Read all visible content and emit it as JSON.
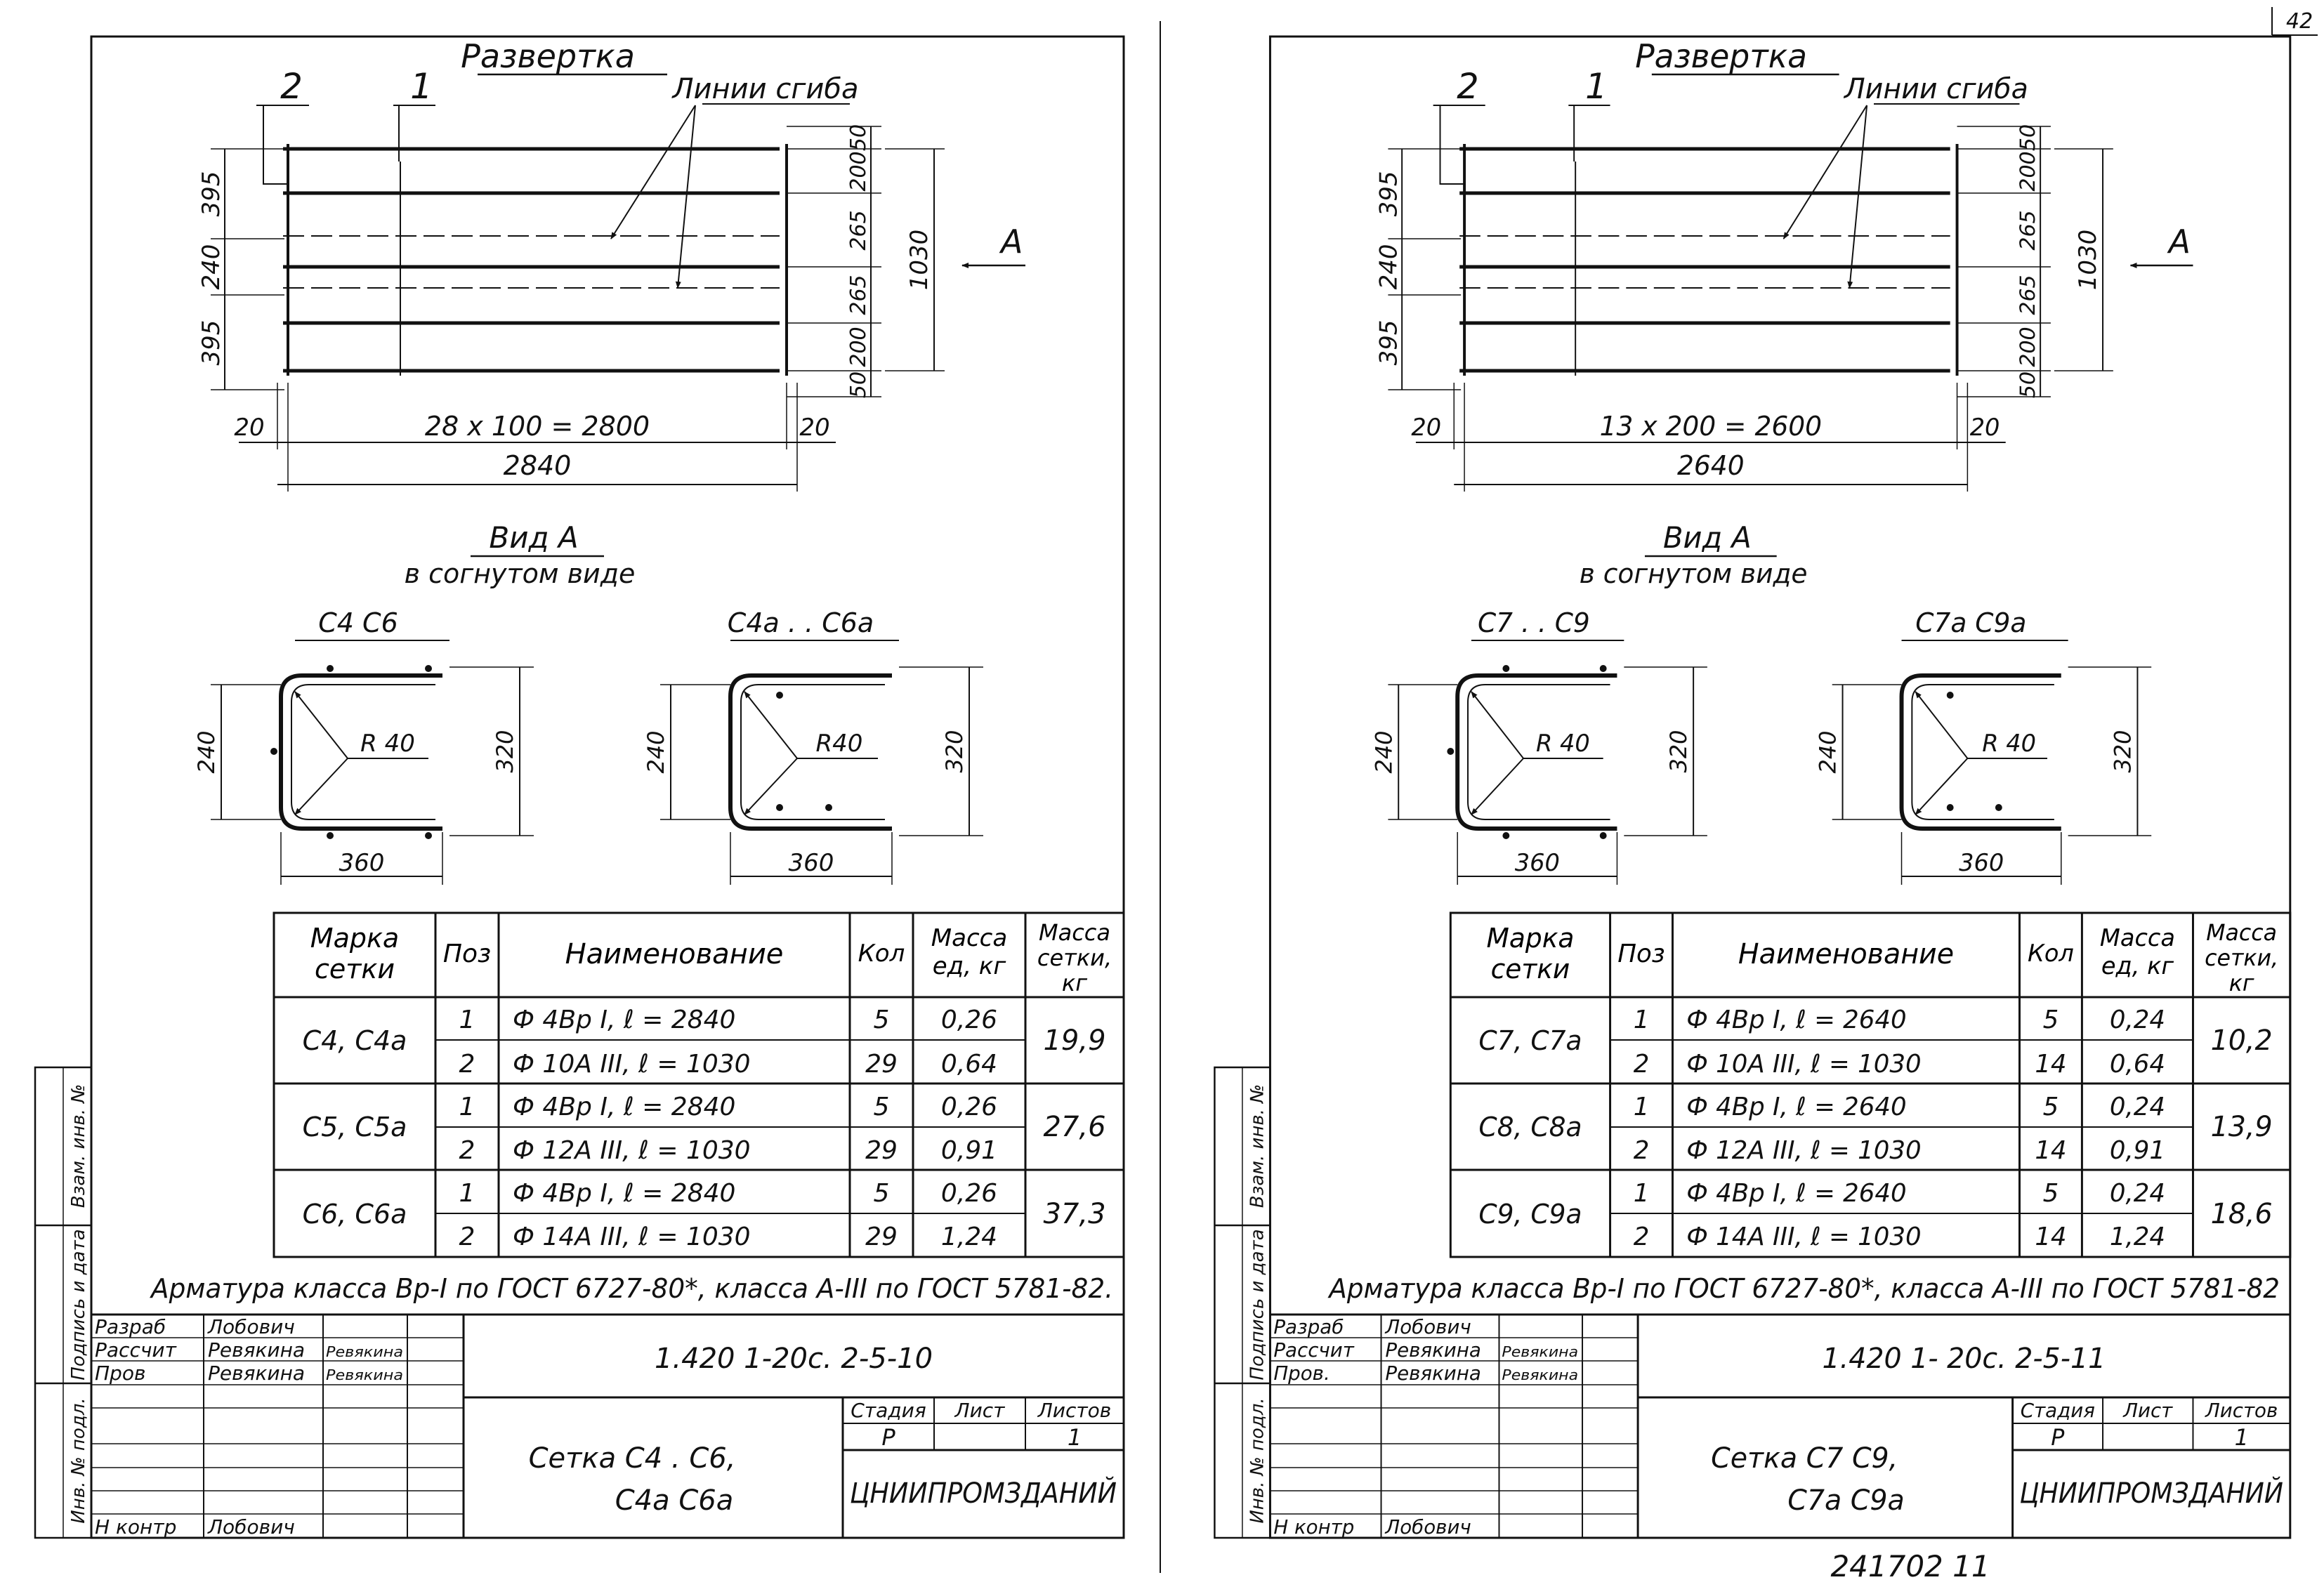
{
  "corner_mark": "42",
  "bottom_number": "241702  11",
  "sheets": [
    {
      "razvertka": "Развертка",
      "pos2": "2",
      "pos1": "1",
      "linii": "Линии сгиба",
      "dims_left": [
        "395",
        "240",
        "395"
      ],
      "dims_right": [
        "50",
        "200",
        "265",
        "265",
        "200",
        "50"
      ],
      "dim_total_h": "1030",
      "edge_left": "20",
      "edge_right": "20",
      "pitch": "28 х 100 = 2800",
      "total_len": "2840",
      "view_label": "А",
      "vid_a": "Вид А",
      "vid_a_sub": "в согнутом виде",
      "sec1_title": "С4   С6",
      "sec2_title": "С4а . . С6а",
      "sec1_r": "R 40",
      "sec2_r": "R40",
      "sec_w": "360",
      "sec_h_in": "240",
      "sec_h_out": "320",
      "table": {
        "headers": [
          "Марка сетки",
          "Поз",
          "Наименование",
          "Кол",
          "Масса ед, кг",
          "Масса сетки, кг"
        ],
        "groups": [
          {
            "mark": "С4, С4а",
            "total": "19,9",
            "rows": [
              {
                "pos": "1",
                "name": "Ф 4Вр I, ℓ = 2840",
                "qty": "5",
                "unit": "0,26"
              },
              {
                "pos": "2",
                "name": "Ф 10А III, ℓ = 1030",
                "qty": "29",
                "unit": "0,64"
              }
            ]
          },
          {
            "mark": "С5, С5а",
            "total": "27,6",
            "rows": [
              {
                "pos": "1",
                "name": "Ф 4Вр I, ℓ = 2840",
                "qty": "5",
                "unit": "0,26"
              },
              {
                "pos": "2",
                "name": "Ф 12А III, ℓ = 1030",
                "qty": "29",
                "unit": "0,91"
              }
            ]
          },
          {
            "mark": "С6, С6а",
            "total": "37,3",
            "rows": [
              {
                "pos": "1",
                "name": "Ф 4Вр I, ℓ = 2840",
                "qty": "5",
                "unit": "0,26"
              },
              {
                "pos": "2",
                "name": "Ф 14А III, ℓ = 1030",
                "qty": "29",
                "unit": "1,24"
              }
            ]
          }
        ]
      },
      "note": "Арматура  класса  Вр-I по ГОСТ 6727-80*, класса А-III по ГОСТ 5781-82.",
      "stamp": {
        "role1": "Разраб",
        "name1": "Лобович",
        "role2": "Рассчит",
        "name2": "Ревякина",
        "sign2": "Ревякина",
        "role3": "Пров",
        "name3": "Ревякина",
        "sign3": "Ревякина",
        "role4": "Н контр",
        "name4": "Лобович",
        "code": "1.420 1-20с. 2-5-10",
        "title1": "Сетка  С4 . С6,",
        "title2": "С4а    С6а",
        "h_stage": "Стадия",
        "h_sheet": "Лист",
        "h_sheets": "Листов",
        "v_stage": "Р",
        "v_sheet": "",
        "v_sheets": "1",
        "org": "ЦНИИПРОМЗДАНИЙ"
      },
      "side": {
        "s1": "Взам. инв. №",
        "s2": "Подпись и дата",
        "s3": "Инв. № подл."
      }
    },
    {
      "razvertka": "Развертка",
      "pos2": "2",
      "pos1": "1",
      "linii": "Линии сгиба",
      "dims_left": [
        "395",
        "240",
        "395"
      ],
      "dims_right": [
        "50",
        "200",
        "265",
        "265",
        "200",
        "50"
      ],
      "dim_total_h": "1030",
      "edge_left": "20",
      "edge_right": "20",
      "pitch": "13 х 200 = 2600",
      "total_len": "2640",
      "view_label": "А",
      "vid_a": "Вид А",
      "vid_a_sub": "в согнутом виде",
      "sec1_title": "С7 . .  С9",
      "sec2_title": "С7а    С9а",
      "sec1_r": "R 40",
      "sec2_r": "R 40",
      "sec_w": "360",
      "sec_h_in": "240",
      "sec_h_out": "320",
      "table": {
        "headers": [
          "Марка сетки",
          "Поз",
          "Наименование",
          "Кол",
          "Масса ед, кг",
          "Масса сетки, кг"
        ],
        "groups": [
          {
            "mark": "С7, С7а",
            "total": "10,2",
            "rows": [
              {
                "pos": "1",
                "name": "Ф 4Вр I, ℓ = 2640",
                "qty": "5",
                "unit": "0,24"
              },
              {
                "pos": "2",
                "name": "Ф 10А III, ℓ = 1030",
                "qty": "14",
                "unit": "0,64"
              }
            ]
          },
          {
            "mark": "С8, С8а",
            "total": "13,9",
            "rows": [
              {
                "pos": "1",
                "name": "Ф 4Вр I, ℓ = 2640",
                "qty": "5",
                "unit": "0,24"
              },
              {
                "pos": "2",
                "name": "Ф 12А III, ℓ = 1030",
                "qty": "14",
                "unit": "0,91"
              }
            ]
          },
          {
            "mark": "С9, С9а",
            "total": "18,6",
            "rows": [
              {
                "pos": "1",
                "name": "Ф 4Вр I, ℓ = 2640",
                "qty": "5",
                "unit": "0,24"
              },
              {
                "pos": "2",
                "name": "Ф 14А III, ℓ = 1030",
                "qty": "14",
                "unit": "1,24"
              }
            ]
          }
        ]
      },
      "note": "Арматура  класса  Вр-I по ГОСТ 6727-80*, класса А-III по ГОСТ 5781-82",
      "stamp": {
        "role1": "Разраб",
        "name1": "Лобович",
        "role2": "Рассчит",
        "name2": "Ревякина",
        "sign2": "Ревякина",
        "role3": "Пров.",
        "name3": "Ревякина",
        "sign3": "Ревякина",
        "role4": "Н контр",
        "name4": "Лобович",
        "code": "1.420 1- 20с. 2-5-11",
        "title1": "Сетка  С7    С9,",
        "title2": "С7а    С9а",
        "h_stage": "Стадия",
        "h_sheet": "Лист",
        "h_sheets": "Листов",
        "v_stage": "Р",
        "v_sheet": "",
        "v_sheets": "1",
        "org": "ЦНИИПРОМЗДАНИЙ"
      },
      "side": {
        "s1": "Взам. инв. №",
        "s2": "Подпись и дата",
        "s3": "Инв. № подл."
      }
    }
  ]
}
